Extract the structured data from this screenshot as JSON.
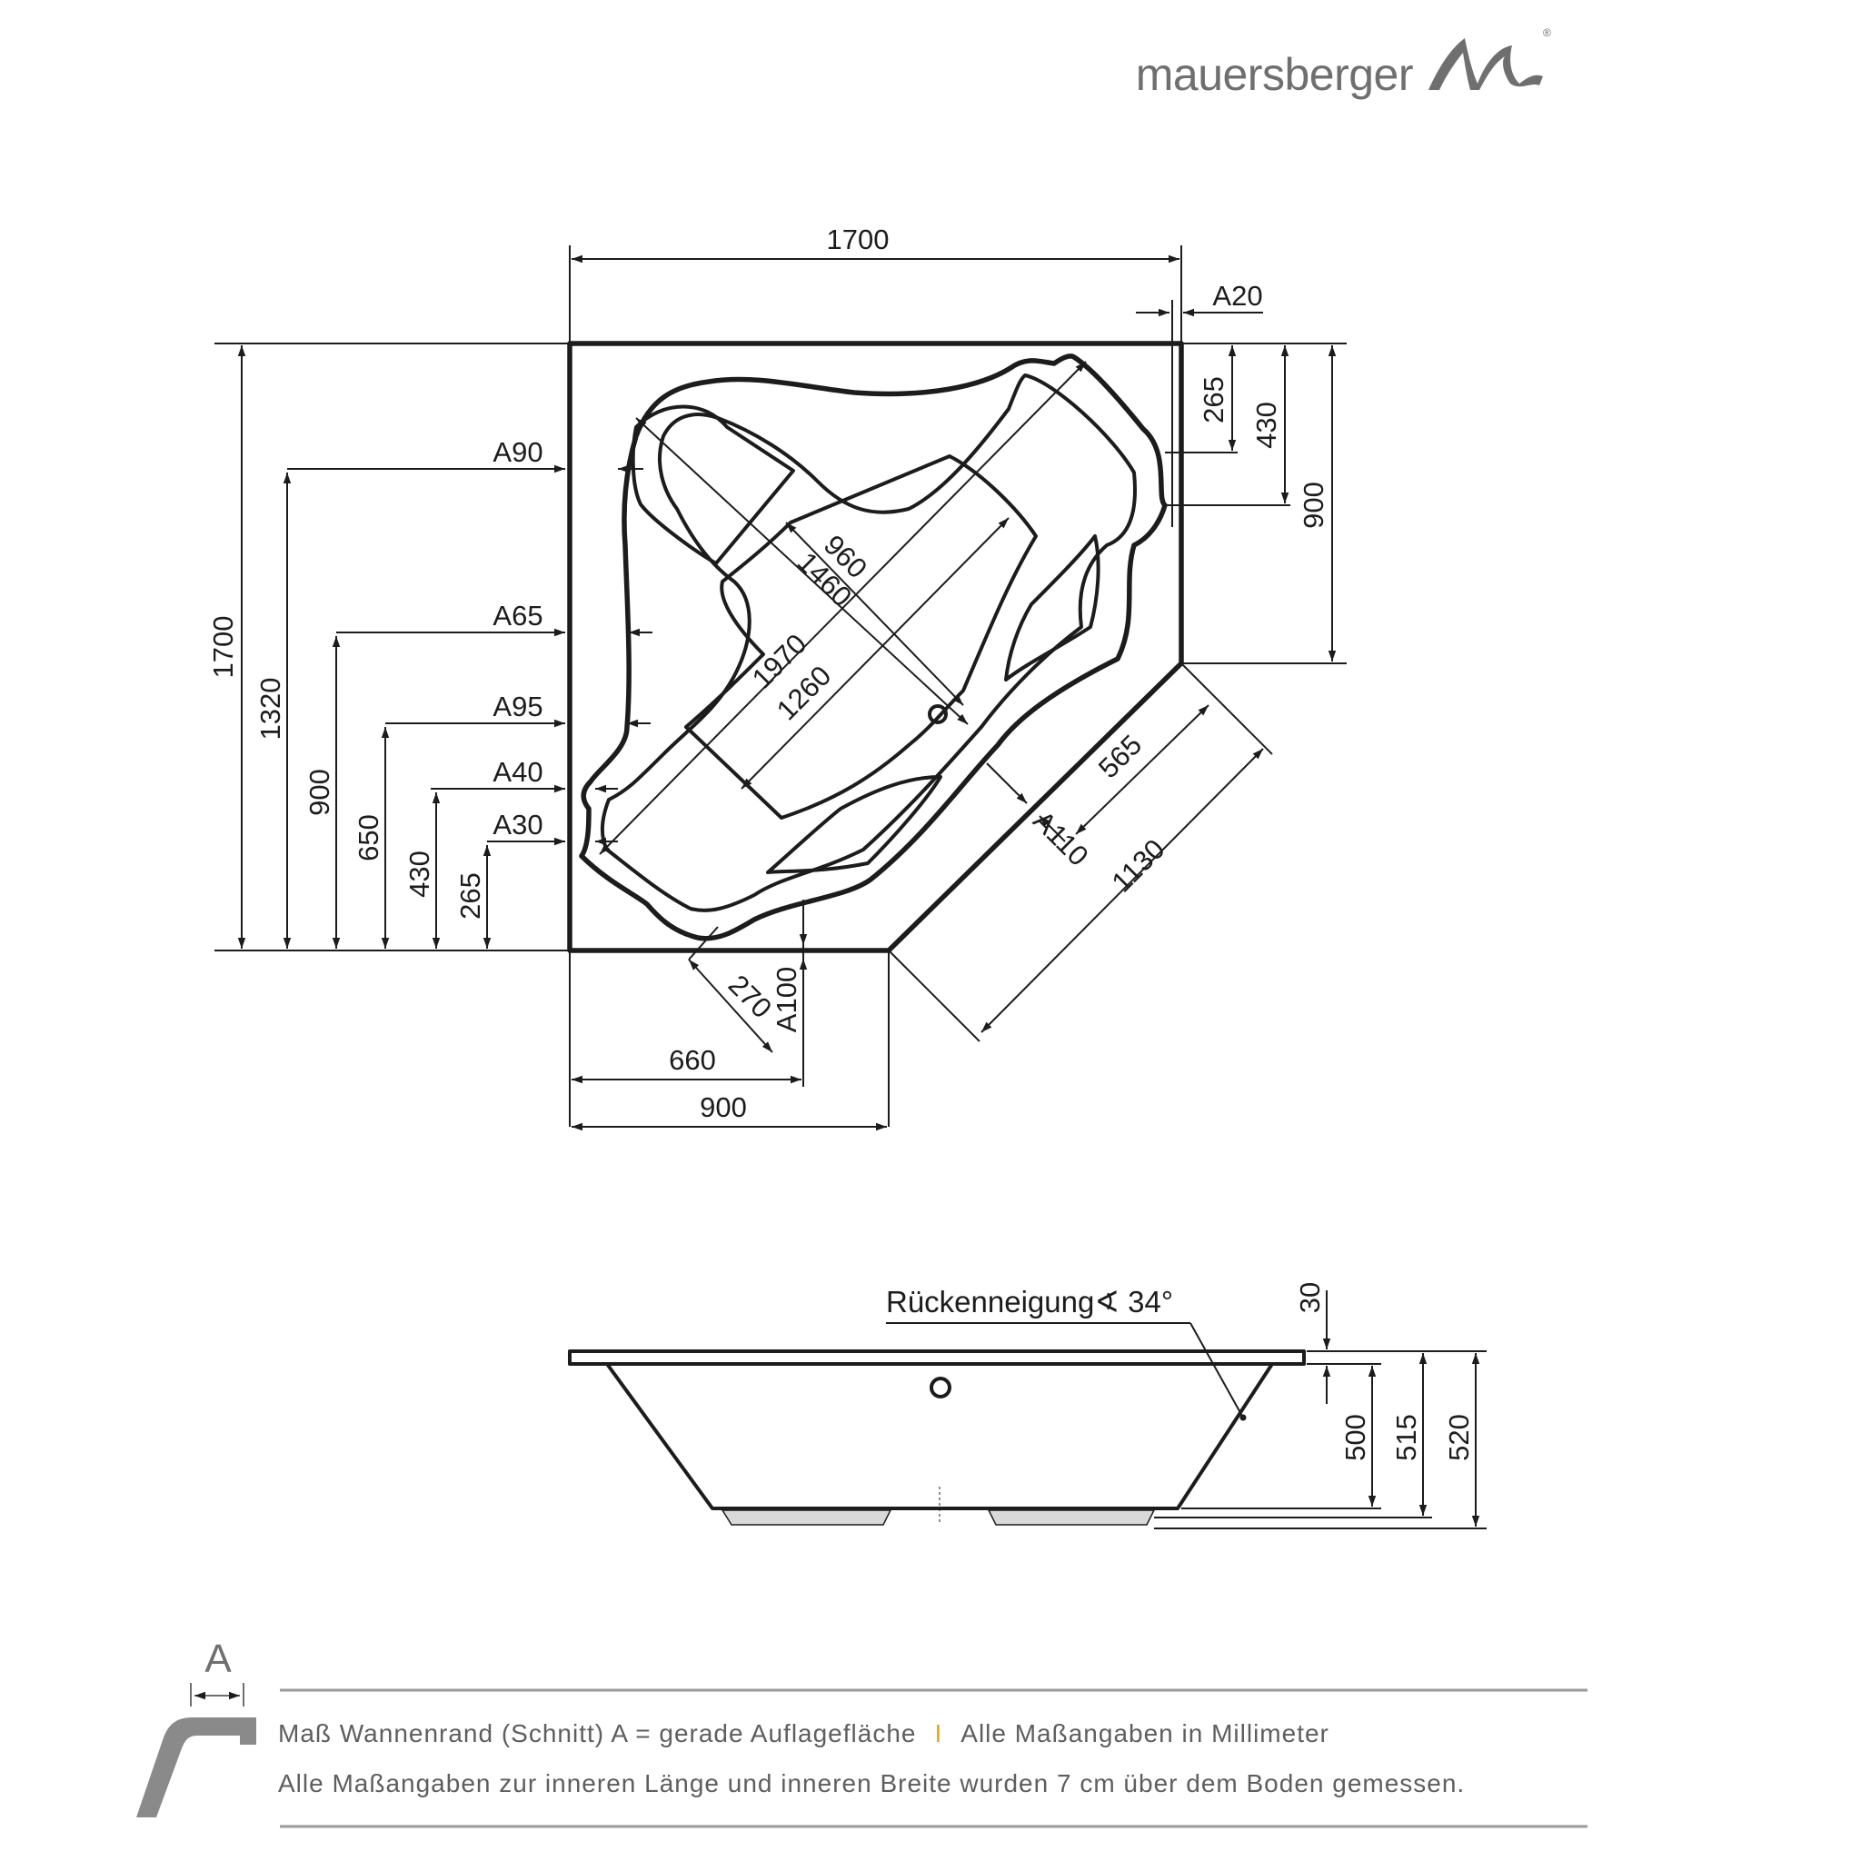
{
  "brand": {
    "name": "mauersberger",
    "registered": "®"
  },
  "plan": {
    "overall_width": "1700",
    "overall_depth": "1700",
    "rim_a20": "A20",
    "right_265": "265",
    "right_430": "430",
    "right_900": "900",
    "left_a90": "A90",
    "left_a65": "A65",
    "left_a95": "A95",
    "left_a40": "A40",
    "left_a30": "A30",
    "left_1320": "1320",
    "left_900": "900",
    "left_650": "650",
    "left_430": "430",
    "left_265": "265",
    "inner_960": "960",
    "inner_1460": "1460",
    "inner_1970": "1970",
    "inner_1260": "1260",
    "diag_565": "565",
    "diag_a110": "A110",
    "diag_1130": "1130",
    "bottom_270": "270",
    "bottom_a100": "A100",
    "bottom_660": "660",
    "bottom_900": "900"
  },
  "section": {
    "backrest_label": "Rückenneigung",
    "angle_symbol": "∢",
    "backrest_angle": "34°",
    "rim_30": "30",
    "height_500": "500",
    "height_515": "515",
    "height_520": "520"
  },
  "legend": {
    "profile_letter": "A",
    "line1_a": "Maß Wannenrand (Schnitt) A = gerade Auflagefläche",
    "separator": "I",
    "line1_b": "Alle Maßangaben in Millimeter",
    "line2": "Alle Maßangaben zur inneren Länge und inneren Breite wurden 7 cm über dem Boden gemessen."
  },
  "colors": {
    "line": "#1c1c1c",
    "brand_grey": "#6f6f6f",
    "separator": "#e3a51c",
    "section_fill": "#d9d9d9"
  }
}
